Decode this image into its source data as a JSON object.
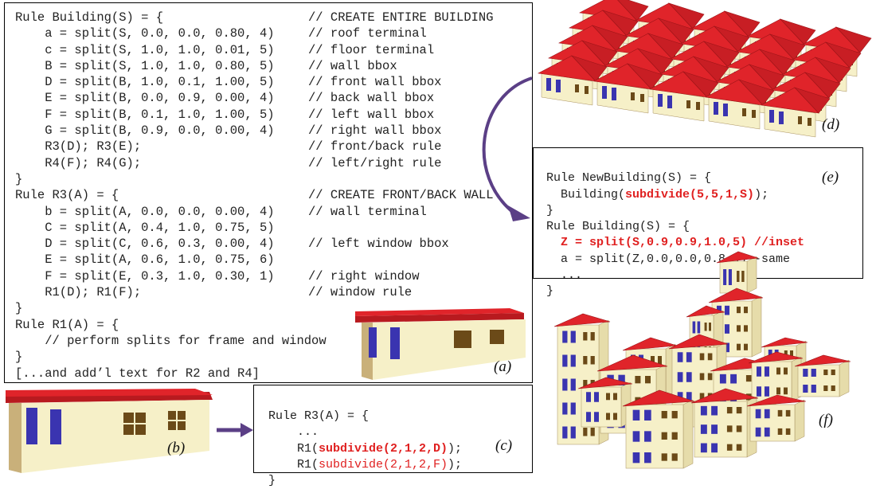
{
  "panel_a": {
    "lines": [
      {
        "code": "Rule Building(S) = {",
        "comment": "// CREATE ENTIRE BUILDING"
      },
      {
        "code": "    a = split(S, 0.0, 0.0, 0.80, 4)",
        "comment": "// roof terminal"
      },
      {
        "code": "    c = split(S, 1.0, 1.0, 0.01, 5)",
        "comment": "// floor terminal"
      },
      {
        "code": "    B = split(S, 1.0, 1.0, 0.80, 5)",
        "comment": "// wall bbox"
      },
      {
        "code": "    D = split(B, 1.0, 0.1, 1.00, 5)",
        "comment": "// front wall bbox"
      },
      {
        "code": "    E = split(B, 0.0, 0.9, 0.00, 4)",
        "comment": "// back wall bbox"
      },
      {
        "code": "    F = split(B, 0.1, 1.0, 1.00, 5)",
        "comment": "// left wall bbox"
      },
      {
        "code": "    G = split(B, 0.9, 0.0, 0.00, 4)",
        "comment": "// right wall bbox"
      },
      {
        "code": "    R3(D); R3(E);",
        "comment": "// front/back rule"
      },
      {
        "code": "    R4(F); R4(G);",
        "comment": "// left/right rule"
      },
      {
        "code": "}",
        "comment": ""
      },
      {
        "code": "Rule R3(A) = {",
        "comment": "// CREATE FRONT/BACK WALL"
      },
      {
        "code": "    b = split(A, 0.0, 0.0, 0.00, 4)",
        "comment": "// wall terminal"
      },
      {
        "code": "    C = split(A, 0.4, 1.0, 0.75, 5)",
        "comment": ""
      },
      {
        "code": "    D = split(C, 0.6, 0.3, 0.00, 4)",
        "comment": "// left window bbox"
      },
      {
        "code": "    E = split(A, 0.6, 1.0, 0.75, 6)",
        "comment": ""
      },
      {
        "code": "    F = split(E, 0.3, 1.0, 0.30, 1)",
        "comment": "// right window"
      },
      {
        "code": "    R1(D); R1(F);",
        "comment": "// window rule"
      },
      {
        "code": "}",
        "comment": ""
      },
      {
        "code": "Rule R1(A) = {",
        "comment": ""
      },
      {
        "code": "    // perform splits for frame and window",
        "comment": ""
      },
      {
        "code": "}",
        "comment": ""
      },
      {
        "code": "[...and add’l text for R2 and R4]",
        "comment": ""
      }
    ],
    "caption": "(a)"
  },
  "panel_c": {
    "l1": "Rule R3(A) = {",
    "l2": "    ...",
    "l3_pre": "    R1(",
    "l3_red": "subdivide(2,1,2,D)",
    "l3_post": ");",
    "l4_pre": "    R1(",
    "l4_red": "subdivide(2,1,2,F)",
    "l4_post": ");",
    "l5": "}",
    "caption": "(c)"
  },
  "panel_e": {
    "l1": "Rule NewBuilding(S) = {",
    "l2_pre": "  Building(",
    "l2_red": "subdivide(5,5,1,S)",
    "l2_post": ");",
    "l3": "}",
    "l4": "Rule Building(S) = {",
    "l5_red": "  Z = split(S,0.9,0.9,1.0,5) //inset",
    "l6": "  a = split(Z,0.0,0.0,0.8,4) -same",
    "l7": "  ...",
    "l8": "}",
    "caption": "(e)"
  },
  "captions": {
    "b": "(b)",
    "d": "(d)",
    "f": "(f)"
  },
  "colors": {
    "roof": "#e0242a",
    "wall": "#f6f0c8",
    "wall_side": "#c9b07a",
    "blue_window": "#3a34b0",
    "brown_window": "#6b4a18",
    "arrow": "#5b3f86"
  }
}
